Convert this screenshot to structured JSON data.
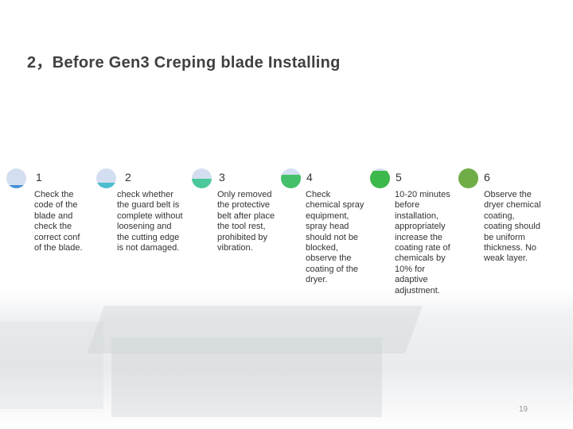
{
  "title": "2，Before Gen3 Creping blade Installing",
  "steps": [
    {
      "number": "1",
      "text": "Check the code of the blade and check the correct conf of the blade.",
      "fill": 0.15,
      "color": "#4a8fd8"
    },
    {
      "number": "2",
      "text": "check whether the guard belt is complete without loosening and the cutting edge is not damaged.",
      "fill": 0.3,
      "color": "#4bbfcf"
    },
    {
      "number": "3",
      "text": "Only removed the protective belt after place the tool rest, prohibited by vibration.",
      "fill": 0.5,
      "color": "#4cc99a"
    },
    {
      "number": "4",
      "text": "Check chemical spray equipment, spray head should not be blocked, observe the coating of the dryer.",
      "fill": 0.7,
      "color": "#45c06a"
    },
    {
      "number": "5",
      "text": "10-20 minutes before installation, appropriately increase the coating rate of chemicals by 10% for adaptive adjustment.",
      "fill": 0.88,
      "color": "#3db84a"
    },
    {
      "number": "6",
      "text": "Observe the dryer chemical coating, coating should be uniform thickness. No weak layer.",
      "fill": 1.0,
      "color": "#70ad47"
    }
  ],
  "page_number": "19"
}
